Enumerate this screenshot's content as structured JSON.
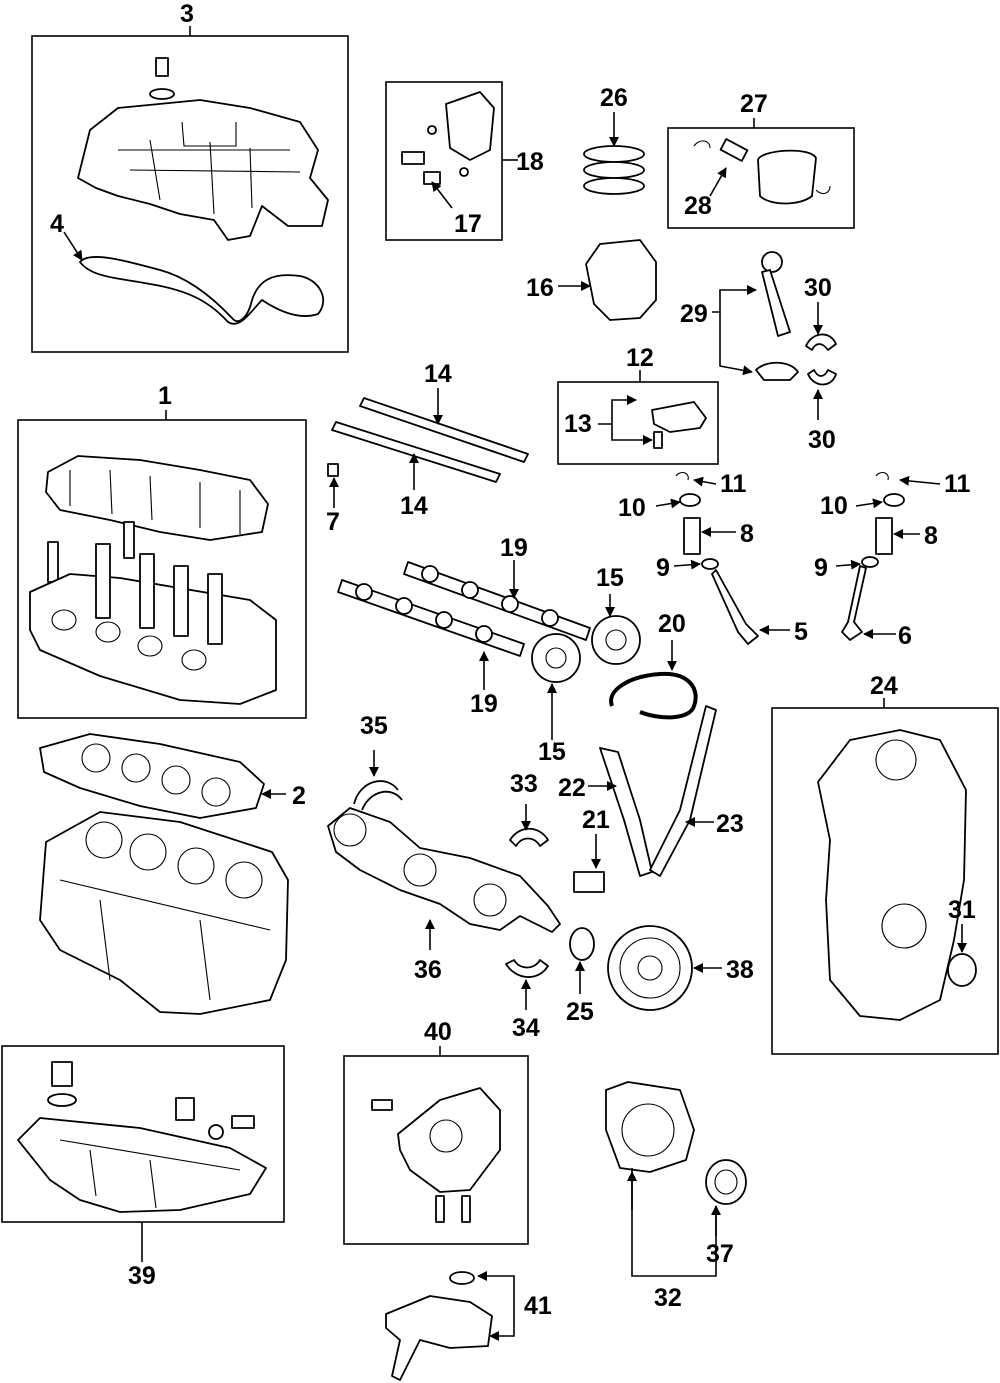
{
  "labels": {
    "p1": "1",
    "p2": "2",
    "p3": "3",
    "p4": "4",
    "p5": "5",
    "p6": "6",
    "p7": "7",
    "p8a": "8",
    "p8b": "8",
    "p9a": "9",
    "p9b": "9",
    "p10a": "10",
    "p10b": "10",
    "p11a": "11",
    "p11b": "11",
    "p12": "12",
    "p13": "13",
    "p14a": "14",
    "p14b": "14",
    "p15a": "15",
    "p15b": "15",
    "p16": "16",
    "p17": "17",
    "p18": "18",
    "p19a": "19",
    "p19b": "19",
    "p20": "20",
    "p21": "21",
    "p22": "22",
    "p23": "23",
    "p24": "24",
    "p25": "25",
    "p26": "26",
    "p27": "27",
    "p28": "28",
    "p29": "29",
    "p30a": "30",
    "p30b": "30",
    "p31": "31",
    "p32": "32",
    "p33": "33",
    "p34": "34",
    "p35": "35",
    "p36": "36",
    "p37": "37",
    "p38": "38",
    "p39": "39",
    "p40": "40",
    "p41": "41"
  },
  "colors": {
    "line": "#000000",
    "background": "#ffffff"
  }
}
